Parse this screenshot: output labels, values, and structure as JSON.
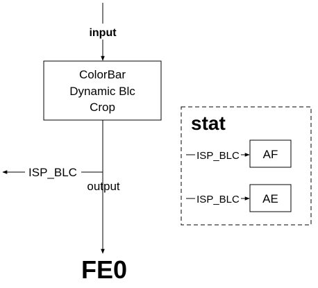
{
  "diagram": {
    "input_label": "input",
    "main_block": {
      "line1": "ColorBar",
      "line2": "Dynamic Blc",
      "line3": "Crop"
    },
    "side_output_label": "ISP_BLC",
    "output_label": "output",
    "destination_label": "FE0",
    "stat": {
      "title": "stat",
      "rows": [
        {
          "input_label": "ISP_BLC",
          "block_label": "AF"
        },
        {
          "input_label": "ISP_BLC",
          "block_label": "AE"
        }
      ]
    }
  }
}
